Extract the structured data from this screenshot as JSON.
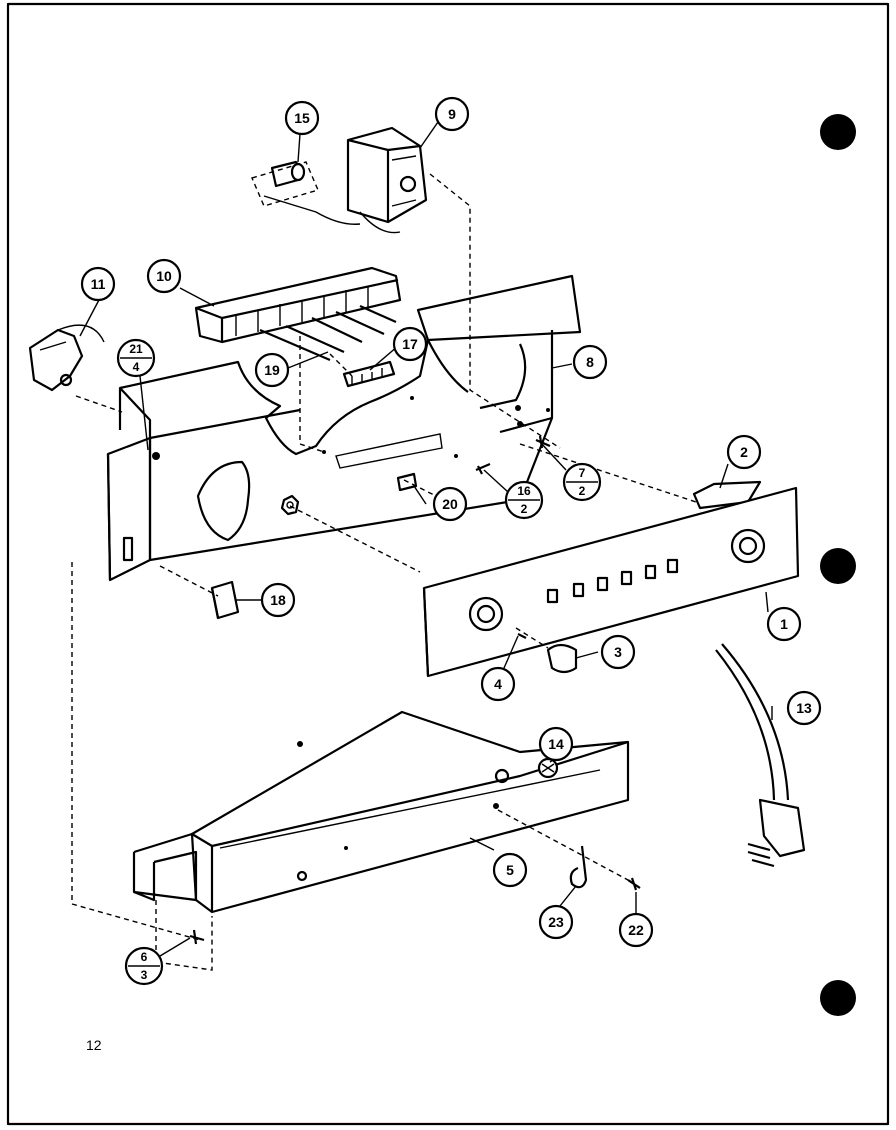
{
  "callouts": {
    "c1": "1",
    "c2": "2",
    "c3": "3",
    "c4": "4",
    "c5": "5",
    "c8": "8",
    "c9": "9",
    "c10": "10",
    "c11": "11",
    "c13": "13",
    "c14": "14",
    "c15": "15",
    "c17": "17",
    "c18": "18",
    "c19": "19",
    "c20": "20",
    "c22": "22",
    "c23": "23"
  },
  "fractions": {
    "f21_4": {
      "top": "21",
      "bottom": "4"
    },
    "f7_2": {
      "top": "7",
      "bottom": "2"
    },
    "f16_2": {
      "top": "16",
      "bottom": "2"
    },
    "f6_3": {
      "top": "6",
      "bottom": "3"
    }
  },
  "page_number": "12"
}
